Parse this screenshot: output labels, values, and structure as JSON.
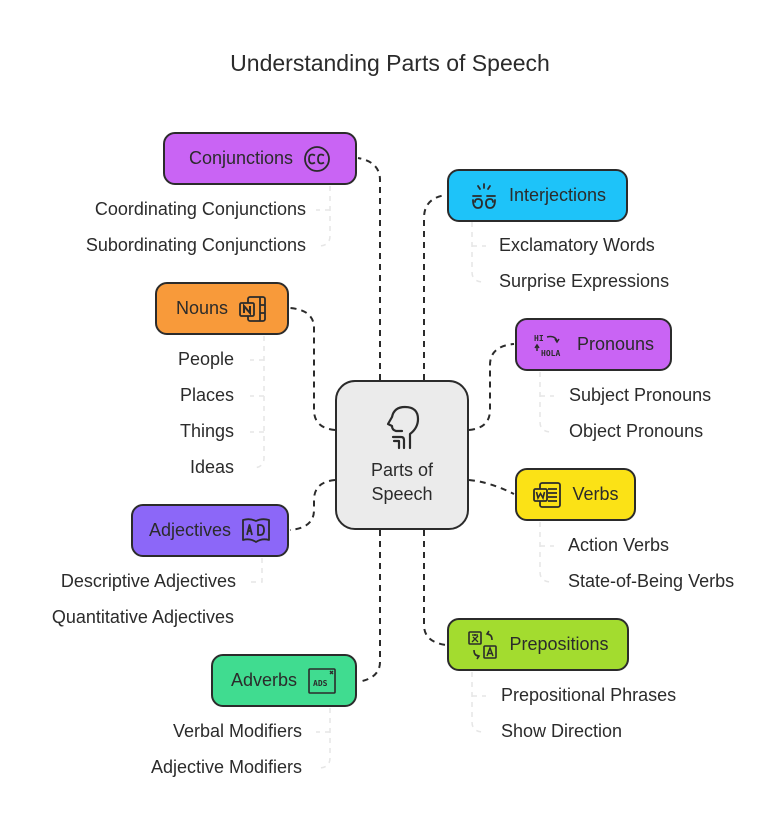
{
  "title": "Understanding Parts of Speech",
  "center": {
    "label_line1": "Parts of",
    "label_line2": "Speech",
    "icon": "head-speaking-icon",
    "color": "#ebebeb"
  },
  "branches": [
    {
      "key": "conjunctions",
      "label": "Conjunctions",
      "icon": "cc-icon",
      "color": "#c964f4",
      "children": [
        "Coordinating Conjunctions",
        "Subordinating Conjunctions"
      ]
    },
    {
      "key": "interjections",
      "label": "Interjections",
      "icon": "exclamation-hands-icon",
      "color": "#1ec3f9",
      "children": [
        "Exclamatory Words",
        "Surprise Expressions"
      ]
    },
    {
      "key": "nouns",
      "label": "Nouns",
      "icon": "notebook-n-icon",
      "color": "#f89a3a",
      "children": [
        "People",
        "Places",
        "Things",
        "Ideas"
      ]
    },
    {
      "key": "pronouns",
      "label": "Pronouns",
      "icon": "hi-hola-translate-icon",
      "color": "#c964f4",
      "children": [
        "Subject Pronouns",
        "Object Pronouns"
      ]
    },
    {
      "key": "adjectives",
      "label": "Adjectives",
      "icon": "book-ad-icon",
      "color": "#8c67f8",
      "children": [
        "Descriptive Adjectives",
        "Quantitative Adjectives"
      ]
    },
    {
      "key": "verbs",
      "label": "Verbs",
      "icon": "word-document-icon",
      "color": "#fbe216",
      "children": [
        "Action Verbs",
        "State-of-Being Verbs"
      ]
    },
    {
      "key": "prepositions",
      "label": "Prepositions",
      "icon": "translate-a-icon",
      "color": "#a3dc2f",
      "children": [
        "Prepositional Phrases",
        "Show Direction"
      ]
    },
    {
      "key": "adverbs",
      "label": "Adverbs",
      "icon": "ads-window-icon",
      "color": "#40dc90",
      "children": [
        "Verbal Modifiers",
        "Adjective Modifiers"
      ]
    }
  ]
}
